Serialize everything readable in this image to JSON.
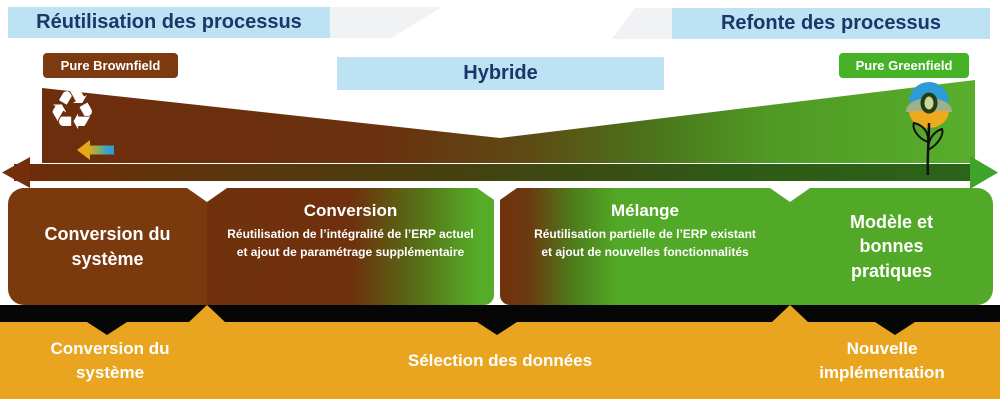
{
  "banner": {
    "left_process": "Réutilisation des processus",
    "right_process": "Refonte des processus",
    "hybrid": "Hybride",
    "brownfield_badge": "Pure Brownfield",
    "greenfield_badge": "Pure Greenfield"
  },
  "icons": {
    "recycle": "♻",
    "flower": "flower-icon",
    "transition_arrow": "left-right-gradient-arrow",
    "multicolor_arrow": "left-multicolor-arrow"
  },
  "strategy_blocks": [
    {
      "title": "Conversion du système",
      "subtitle": ""
    },
    {
      "title": "Conversion",
      "subtitle": "Réutilisation de l’intégralité de l’ERP actuel et ajout de paramétrage supplémentaire"
    },
    {
      "title": "Mélange",
      "subtitle": "Réutilisation partielle de l’ERP existant et ajout de nouvelles fonctionnalités"
    },
    {
      "title": "Modèle et bonnes pratiques",
      "subtitle": ""
    }
  ],
  "data_band": {
    "left": "Conversion du système",
    "center": "Sélection des données",
    "right": "Nouvelle implémentation"
  },
  "colors": {
    "light_blue": "#BDE2F3",
    "navy_text": "#1B3768",
    "brown": "#7B390E",
    "dark_brown_wedge": "#6C2E0D",
    "green": "#52A827",
    "badge_green": "#45B227",
    "orange_band": "#E9A51F",
    "shadow_black": "#060606"
  }
}
